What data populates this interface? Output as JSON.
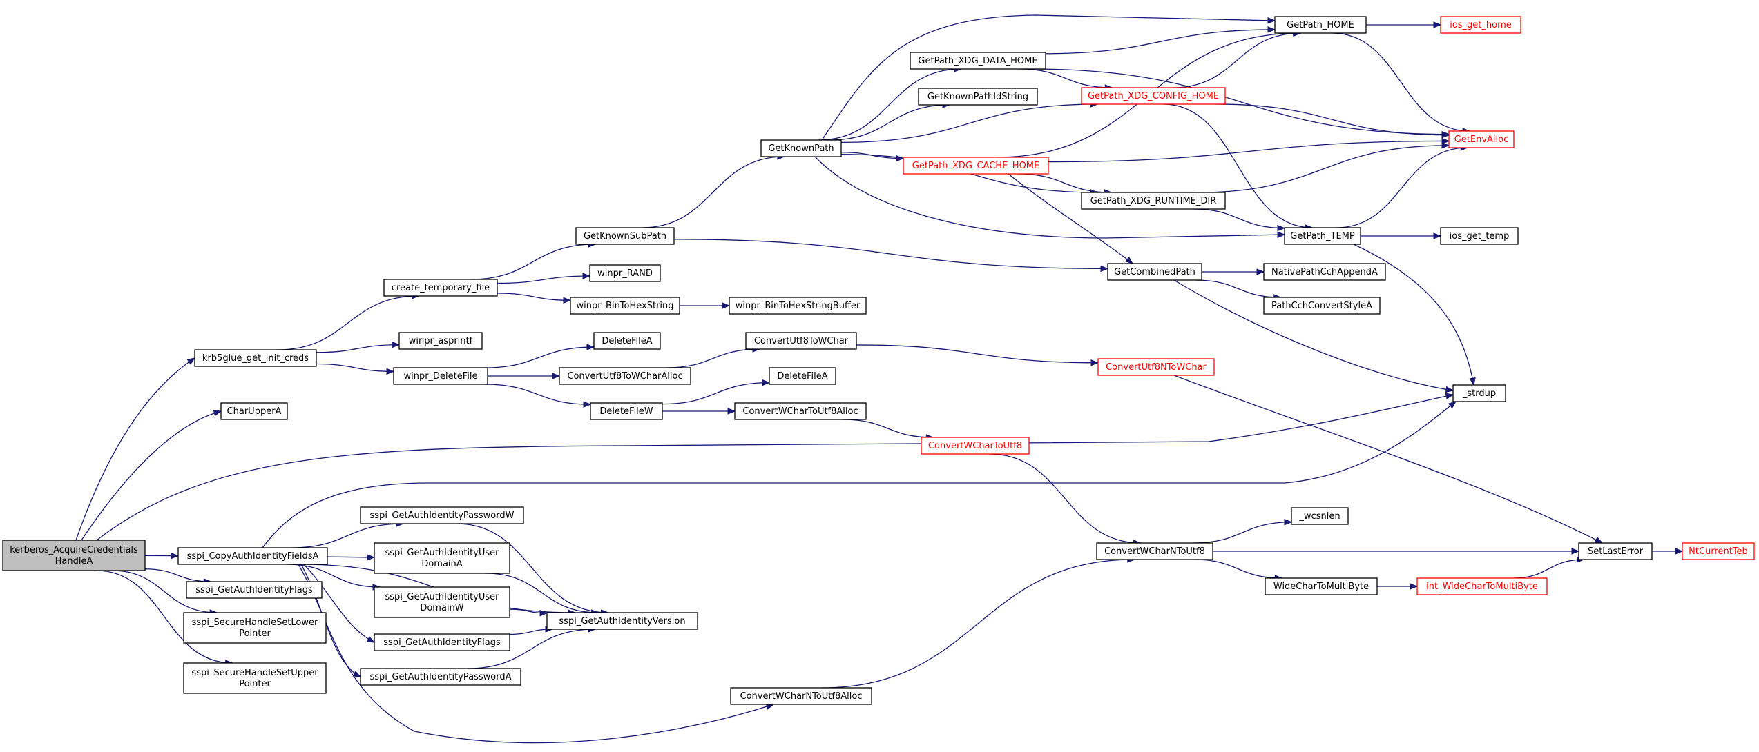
{
  "colors": {
    "edge": "#191970",
    "root_fill": "#bfbfbf",
    "truncated_border": "#ff0000",
    "border": "#000000"
  },
  "nodes": [
    {
      "id": "root",
      "lines": [
        "kerberos_AcquireCredentials",
        "HandleA"
      ],
      "root": true
    },
    {
      "id": "krb5",
      "lines": [
        "krb5glue_get_init_creds"
      ]
    },
    {
      "id": "charupper",
      "lines": [
        "CharUpperA"
      ]
    },
    {
      "id": "copyauth",
      "lines": [
        "sspi_CopyAuthIdentityFieldsA"
      ]
    },
    {
      "id": "getflags1",
      "lines": [
        "sspi_GetAuthIdentityFlags"
      ]
    },
    {
      "id": "setlower",
      "lines": [
        "sspi_SecureHandleSetLower",
        "Pointer"
      ]
    },
    {
      "id": "setupper",
      "lines": [
        "sspi_SecureHandleSetUpper",
        "Pointer"
      ]
    },
    {
      "id": "createtmp",
      "lines": [
        "create_temporary_file"
      ]
    },
    {
      "id": "asprintf",
      "lines": [
        "winpr_asprintf"
      ]
    },
    {
      "id": "deletefile",
      "lines": [
        "winpr_DeleteFile"
      ]
    },
    {
      "id": "knownsub",
      "lines": [
        "GetKnownSubPath"
      ]
    },
    {
      "id": "rand",
      "lines": [
        "winpr_RAND"
      ]
    },
    {
      "id": "bintohex",
      "lines": [
        "winpr_BinToHexString"
      ]
    },
    {
      "id": "bintohexbuf",
      "lines": [
        "winpr_BinToHexStringBuffer"
      ]
    },
    {
      "id": "deletefilea1",
      "lines": [
        "DeleteFileA"
      ]
    },
    {
      "id": "cu8towalloc",
      "lines": [
        "ConvertUtf8ToWCharAlloc"
      ]
    },
    {
      "id": "deletefilew",
      "lines": [
        "DeleteFileW"
      ]
    },
    {
      "id": "cu8tow",
      "lines": [
        "ConvertUtf8ToWChar"
      ]
    },
    {
      "id": "deletefilea2",
      "lines": [
        "DeleteFileA"
      ]
    },
    {
      "id": "cwtou8alloc",
      "lines": [
        "ConvertWCharToUtf8Alloc"
      ]
    },
    {
      "id": "cu8ntow",
      "lines": [
        "ConvertUtf8NToWChar"
      ],
      "truncated": true
    },
    {
      "id": "cwtou8",
      "lines": [
        "ConvertWCharToUtf8"
      ],
      "truncated": true
    },
    {
      "id": "knownpath",
      "lines": [
        "GetKnownPath"
      ]
    },
    {
      "id": "datahome",
      "lines": [
        "GetPath_XDG_DATA_HOME"
      ]
    },
    {
      "id": "knownpathid",
      "lines": [
        "GetKnownPathIdString"
      ]
    },
    {
      "id": "cachehome",
      "lines": [
        "GetPath_XDG_CACHE_HOME"
      ],
      "truncated": true
    },
    {
      "id": "confighome",
      "lines": [
        "GetPath_XDG_CONFIG_HOME"
      ],
      "truncated": true
    },
    {
      "id": "runtimedir",
      "lines": [
        "GetPath_XDG_RUNTIME_DIR"
      ]
    },
    {
      "id": "combined",
      "lines": [
        "GetCombinedPath"
      ]
    },
    {
      "id": "home",
      "lines": [
        "GetPath_HOME"
      ]
    },
    {
      "id": "temp",
      "lines": [
        "GetPath_TEMP"
      ]
    },
    {
      "id": "ioshome",
      "lines": [
        "ios_get_home"
      ],
      "truncated": true
    },
    {
      "id": "envalloc",
      "lines": [
        "GetEnvAlloc"
      ],
      "truncated": true
    },
    {
      "id": "iostemp",
      "lines": [
        "ios_get_temp"
      ]
    },
    {
      "id": "nativeappend",
      "lines": [
        "NativePathCchAppendA"
      ]
    },
    {
      "id": "convertstyle",
      "lines": [
        "PathCchConvertStyleA"
      ]
    },
    {
      "id": "strdup",
      "lines": [
        "_strdup"
      ]
    },
    {
      "id": "getpwdw",
      "lines": [
        "sspi_GetAuthIdentityPasswordW"
      ]
    },
    {
      "id": "getuserdoma",
      "lines": [
        "sspi_GetAuthIdentityUser",
        "DomainA"
      ]
    },
    {
      "id": "getuserdomw",
      "lines": [
        "sspi_GetAuthIdentityUser",
        "DomainW"
      ]
    },
    {
      "id": "getflags2",
      "lines": [
        "sspi_GetAuthIdentityFlags"
      ]
    },
    {
      "id": "getpwda",
      "lines": [
        "sspi_GetAuthIdentityPasswordA"
      ]
    },
    {
      "id": "getversion",
      "lines": [
        "sspi_GetAuthIdentityVersion"
      ]
    },
    {
      "id": "cwntou8alloc",
      "lines": [
        "ConvertWCharNToUtf8Alloc"
      ]
    },
    {
      "id": "cwntou8",
      "lines": [
        "ConvertWCharNToUtf8"
      ]
    },
    {
      "id": "wcsnlen",
      "lines": [
        "_wcsnlen"
      ]
    },
    {
      "id": "widechar",
      "lines": [
        "WideCharToMultiByte"
      ]
    },
    {
      "id": "intwidechar",
      "lines": [
        "int_WideCharToMultiByte"
      ],
      "truncated": true
    },
    {
      "id": "setlasterror",
      "lines": [
        "SetLastError"
      ]
    },
    {
      "id": "ntcurrentteb",
      "lines": [
        "NtCurrentTeb"
      ],
      "truncated": true
    }
  ],
  "edges": [
    [
      "root",
      "krb5"
    ],
    [
      "root",
      "charupper"
    ],
    [
      "root",
      "strdup"
    ],
    [
      "root",
      "copyauth"
    ],
    [
      "root",
      "getflags1"
    ],
    [
      "root",
      "setlower"
    ],
    [
      "root",
      "setupper"
    ],
    [
      "krb5",
      "createtmp"
    ],
    [
      "krb5",
      "asprintf"
    ],
    [
      "krb5",
      "deletefile"
    ],
    [
      "createtmp",
      "knownsub"
    ],
    [
      "createtmp",
      "rand"
    ],
    [
      "createtmp",
      "bintohex"
    ],
    [
      "bintohex",
      "bintohexbuf"
    ],
    [
      "knownsub",
      "knownpath"
    ],
    [
      "knownsub",
      "combined"
    ],
    [
      "knownpath",
      "home"
    ],
    [
      "knownpath",
      "datahome"
    ],
    [
      "knownpath",
      "knownpathid"
    ],
    [
      "knownpath",
      "confighome"
    ],
    [
      "knownpath",
      "cachehome"
    ],
    [
      "knownpath",
      "runtimedir"
    ],
    [
      "knownpath",
      "temp"
    ],
    [
      "datahome",
      "home"
    ],
    [
      "datahome",
      "confighome"
    ],
    [
      "datahome",
      "envalloc"
    ],
    [
      "confighome",
      "home"
    ],
    [
      "confighome",
      "envalloc"
    ],
    [
      "confighome",
      "temp"
    ],
    [
      "cachehome",
      "home"
    ],
    [
      "cachehome",
      "envalloc"
    ],
    [
      "cachehome",
      "runtimedir"
    ],
    [
      "cachehome",
      "combined"
    ],
    [
      "runtimedir",
      "envalloc"
    ],
    [
      "runtimedir",
      "temp"
    ],
    [
      "home",
      "ioshome"
    ],
    [
      "home",
      "envalloc"
    ],
    [
      "temp",
      "envalloc"
    ],
    [
      "temp",
      "iostemp"
    ],
    [
      "temp",
      "strdup"
    ],
    [
      "combined",
      "nativeappend"
    ],
    [
      "combined",
      "convertstyle"
    ],
    [
      "combined",
      "strdup"
    ],
    [
      "deletefile",
      "deletefilea1"
    ],
    [
      "deletefile",
      "cu8towalloc"
    ],
    [
      "deletefile",
      "deletefilew"
    ],
    [
      "cu8towalloc",
      "cu8tow"
    ],
    [
      "cu8tow",
      "cu8ntow"
    ],
    [
      "cu8ntow",
      "setlasterror"
    ],
    [
      "deletefilew",
      "deletefilea2"
    ],
    [
      "deletefilew",
      "cwtou8alloc"
    ],
    [
      "cwtou8alloc",
      "cwtou8"
    ],
    [
      "cwtou8",
      "cwntou8"
    ],
    [
      "copyauth",
      "strdup"
    ],
    [
      "copyauth",
      "getpwdw"
    ],
    [
      "copyauth",
      "getuserdoma"
    ],
    [
      "copyauth",
      "getuserdomw"
    ],
    [
      "copyauth",
      "getflags2"
    ],
    [
      "copyauth",
      "getpwda"
    ],
    [
      "copyauth",
      "getversion"
    ],
    [
      "copyauth",
      "cwntou8alloc"
    ],
    [
      "getpwdw",
      "getversion"
    ],
    [
      "getuserdoma",
      "getversion"
    ],
    [
      "getuserdomw",
      "getversion"
    ],
    [
      "getflags2",
      "getversion"
    ],
    [
      "getpwda",
      "getversion"
    ],
    [
      "cwntou8alloc",
      "cwntou8"
    ],
    [
      "cwntou8",
      "wcsnlen"
    ],
    [
      "cwntou8",
      "setlasterror"
    ],
    [
      "cwntou8",
      "widechar"
    ],
    [
      "widechar",
      "intwidechar"
    ],
    [
      "intwidechar",
      "setlasterror"
    ],
    [
      "setlasterror",
      "ntcurrentteb"
    ]
  ]
}
